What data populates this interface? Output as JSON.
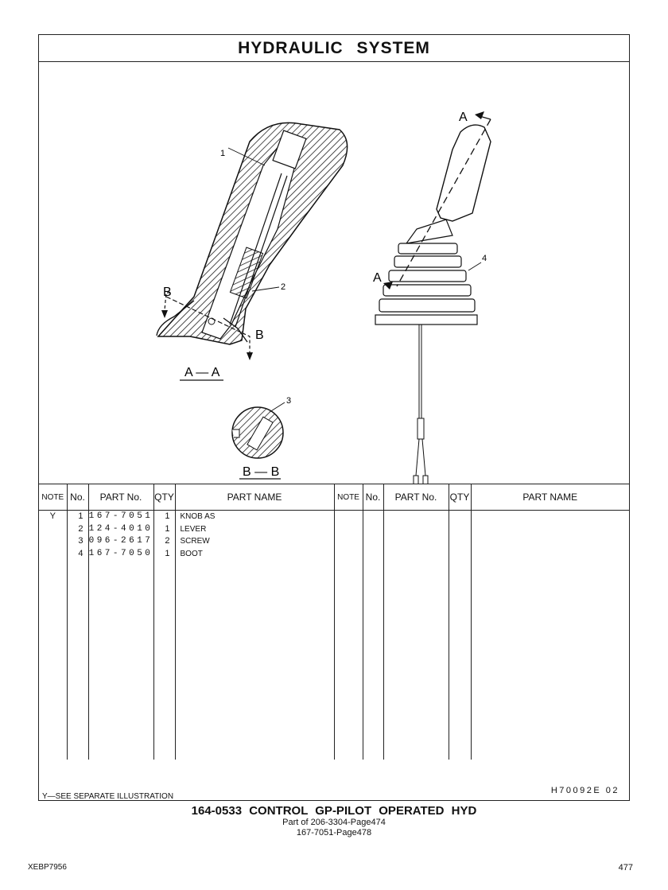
{
  "title": "HYDRAULIC SYSTEM",
  "illustration": {
    "callouts": [
      "1",
      "2",
      "3",
      "4"
    ],
    "section_aa_label": "A — A",
    "section_bb_label": "B — B",
    "arrow_a": "A",
    "arrow_b": "B"
  },
  "table": {
    "headers": {
      "note": "NOTE",
      "no": "No.",
      "part_no": "PART No.",
      "qty": "QTY",
      "part_name": "PART NAME"
    },
    "rows": [
      {
        "note": "Y",
        "no": "1",
        "part_no": "167-7051",
        "qty": "1",
        "name": "KNOB AS"
      },
      {
        "note": "",
        "no": "2",
        "part_no": "124-4010",
        "qty": "1",
        "name": "LEVER"
      },
      {
        "note": "",
        "no": "3",
        "part_no": "096-2617",
        "qty": "2",
        "name": "SCREW"
      },
      {
        "note": "",
        "no": "4",
        "part_no": "167-7050",
        "qty": "1",
        "name": "BOOT"
      }
    ],
    "footnote": "Y—SEE SEPARATE ILLUSTRATION",
    "drawing_code": "H70092E   02"
  },
  "caption": {
    "main": "164-0533 CONTROL GP-PILOT OPERATED HYD",
    "line1": "Part of 206-3304-Page474",
    "line2": "167-7051-Page478"
  },
  "doc_id": "XEBP7956",
  "page_number": "477"
}
